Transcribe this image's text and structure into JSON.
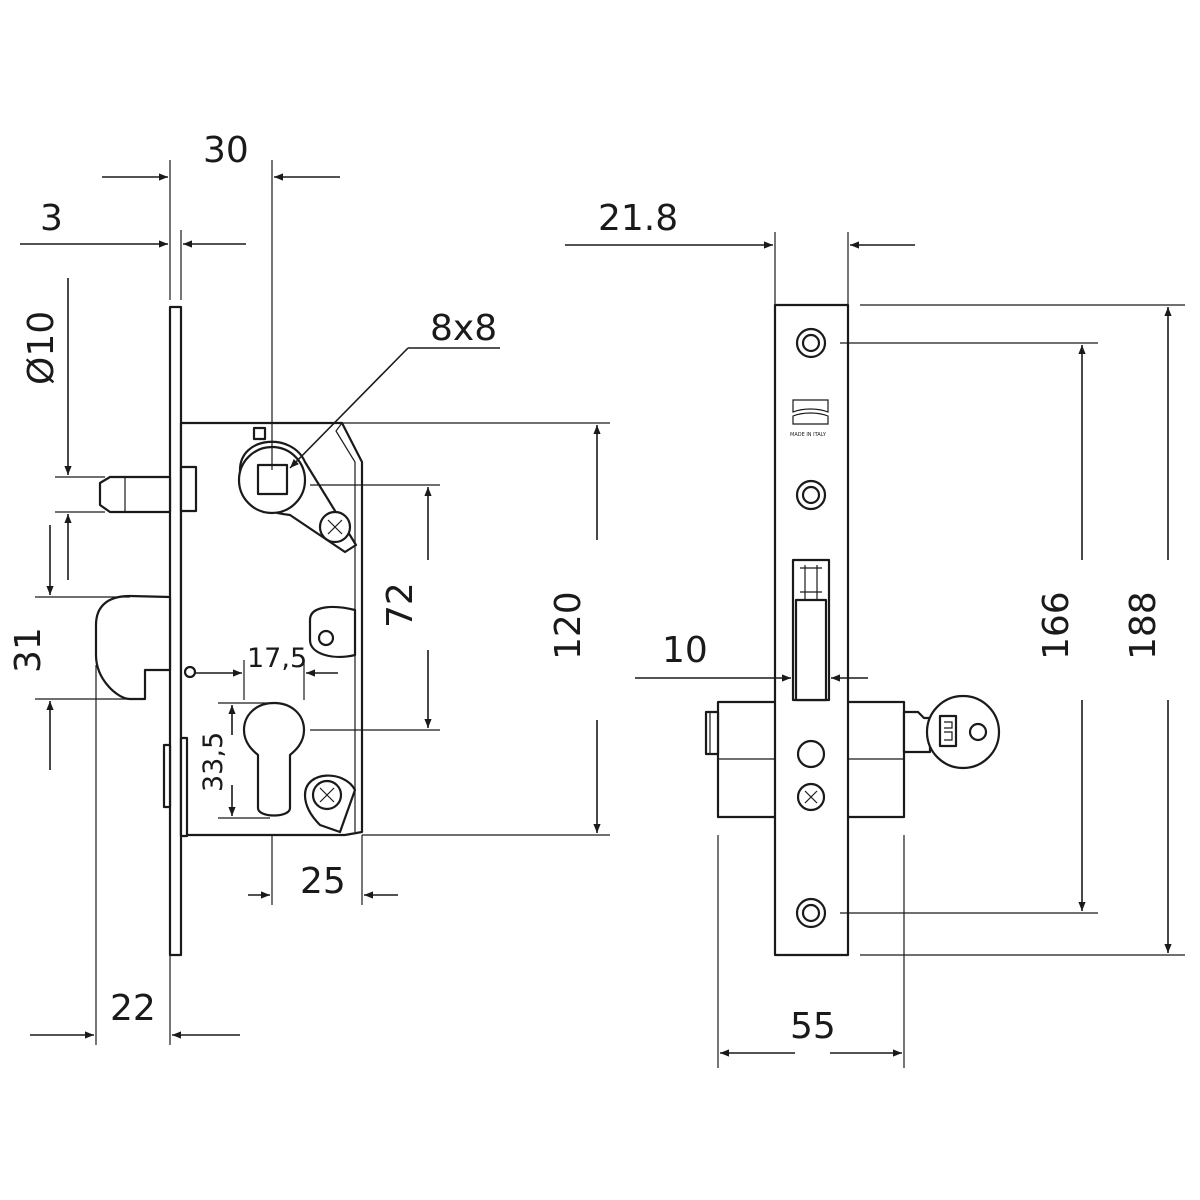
{
  "dimensions": {
    "d30": "30",
    "d3": "3",
    "d10": "Ø10",
    "d8x8": "8x8",
    "d31": "31",
    "d72": "72",
    "d120": "120",
    "d17_5": "17,5",
    "d33_5": "33,5",
    "d25": "25",
    "d22": "22",
    "d21_8": "21.8",
    "d10_b": "10",
    "d166": "166",
    "d188": "188",
    "d55": "55"
  },
  "faceplate_logo_text": "MADE IN ITALY",
  "colors": {
    "line": "#1a1a1a",
    "background": "#ffffff"
  }
}
